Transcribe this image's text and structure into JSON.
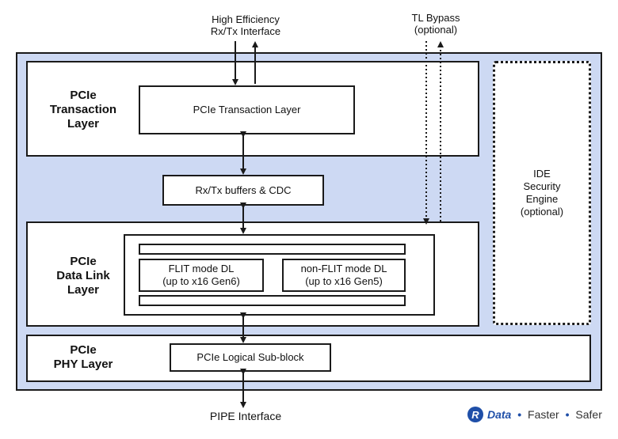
{
  "top_labels": {
    "high_efficiency_line1": "High Efficiency",
    "high_efficiency_line2": "Rx/Tx Interface",
    "tl_bypass_line1": "TL Bypass",
    "tl_bypass_line2": "(optional)"
  },
  "transaction": {
    "label_line1": "PCIe",
    "label_line2": "Transaction",
    "label_line3": "Layer",
    "block": "PCIe Transaction Layer"
  },
  "buffers": {
    "block": "Rx/Tx buffers & CDC"
  },
  "data_link": {
    "label_line1": "PCIe",
    "label_line2": "Data Link",
    "label_line3": "Layer",
    "flit_line1": "FLIT mode DL",
    "flit_line2": "(up to x16 Gen6)",
    "nonflit_line1": "non-FLIT mode DL",
    "nonflit_line2": "(up to x16 Gen5)"
  },
  "phy": {
    "label_line1": "PCIe",
    "label_line2": "PHY Layer",
    "block": "PCIe Logical Sub-block"
  },
  "ide": {
    "line1": "IDE",
    "line2": "Security",
    "line3": "Engine",
    "line4": "(optional)"
  },
  "bottom_label": "PIPE Interface",
  "branding": {
    "badge": "R",
    "brand": "Data",
    "word2": "Faster",
    "word3": "Safer",
    "separator": "•",
    "accent_color": "#1f4fa8"
  },
  "colors": {
    "frame_fill": "#cdd9f3",
    "stroke": "#1a1a1a"
  }
}
